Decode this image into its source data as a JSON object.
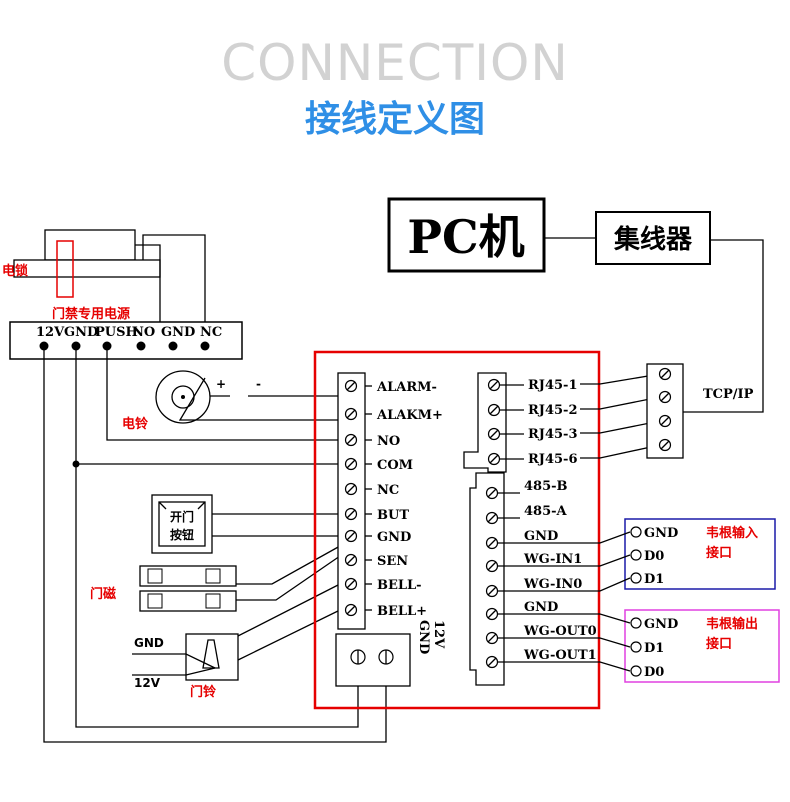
{
  "header": {
    "title": "CONNECTION",
    "subtitle": "接线定义图"
  },
  "pc": {
    "label": "PC机"
  },
  "hub": {
    "label": "集线器"
  },
  "tcpip_label": "TCP/IP",
  "lock_label": "电锁",
  "power_supply": {
    "label": "门禁专用电源",
    "terminals": [
      "12V",
      "GND",
      "PUSH",
      "NO",
      "GND",
      "NC"
    ]
  },
  "siren": {
    "label": "电铃",
    "plus": "+",
    "minus": "-"
  },
  "exit_button": {
    "line1": "开门",
    "line2": "按钮"
  },
  "door_sensor_label": "门磁",
  "doorbell": {
    "label": "门铃",
    "gnd": "GND",
    "v12": "12V"
  },
  "controller": {
    "left_terminals": [
      "ALARM-",
      "ALAKM+",
      "NO",
      "COM",
      "NC",
      "BUT",
      "GND",
      "SEN",
      "BELL-",
      "BELL+"
    ],
    "rj45_terminals": [
      "RJ45-1",
      "RJ45-2",
      "RJ45-3",
      "RJ45-6"
    ],
    "right_terminals": [
      "485-B",
      "485-A",
      "GND",
      "WG-IN1",
      "WG-IN0",
      "GND",
      "WG-OUT0",
      "WG-OUT1"
    ],
    "power_terminals": [
      "12V",
      "GND"
    ]
  },
  "wiegand_in": {
    "label1": "韦根输入",
    "label2": "接口",
    "pins": [
      "GND",
      "D0",
      "D1"
    ]
  },
  "wiegand_out": {
    "label1": "韦根输出",
    "label2": "接口",
    "pins": [
      "GND",
      "D1",
      "D0"
    ]
  },
  "colors": {
    "title_gray": "#d2d2d2",
    "subtitle_blue": "#2f8fe6",
    "controller_red": "#e60000",
    "wiegand_in_blue": "#1a1aa8",
    "wiegand_out_magenta": "#e040e0"
  }
}
